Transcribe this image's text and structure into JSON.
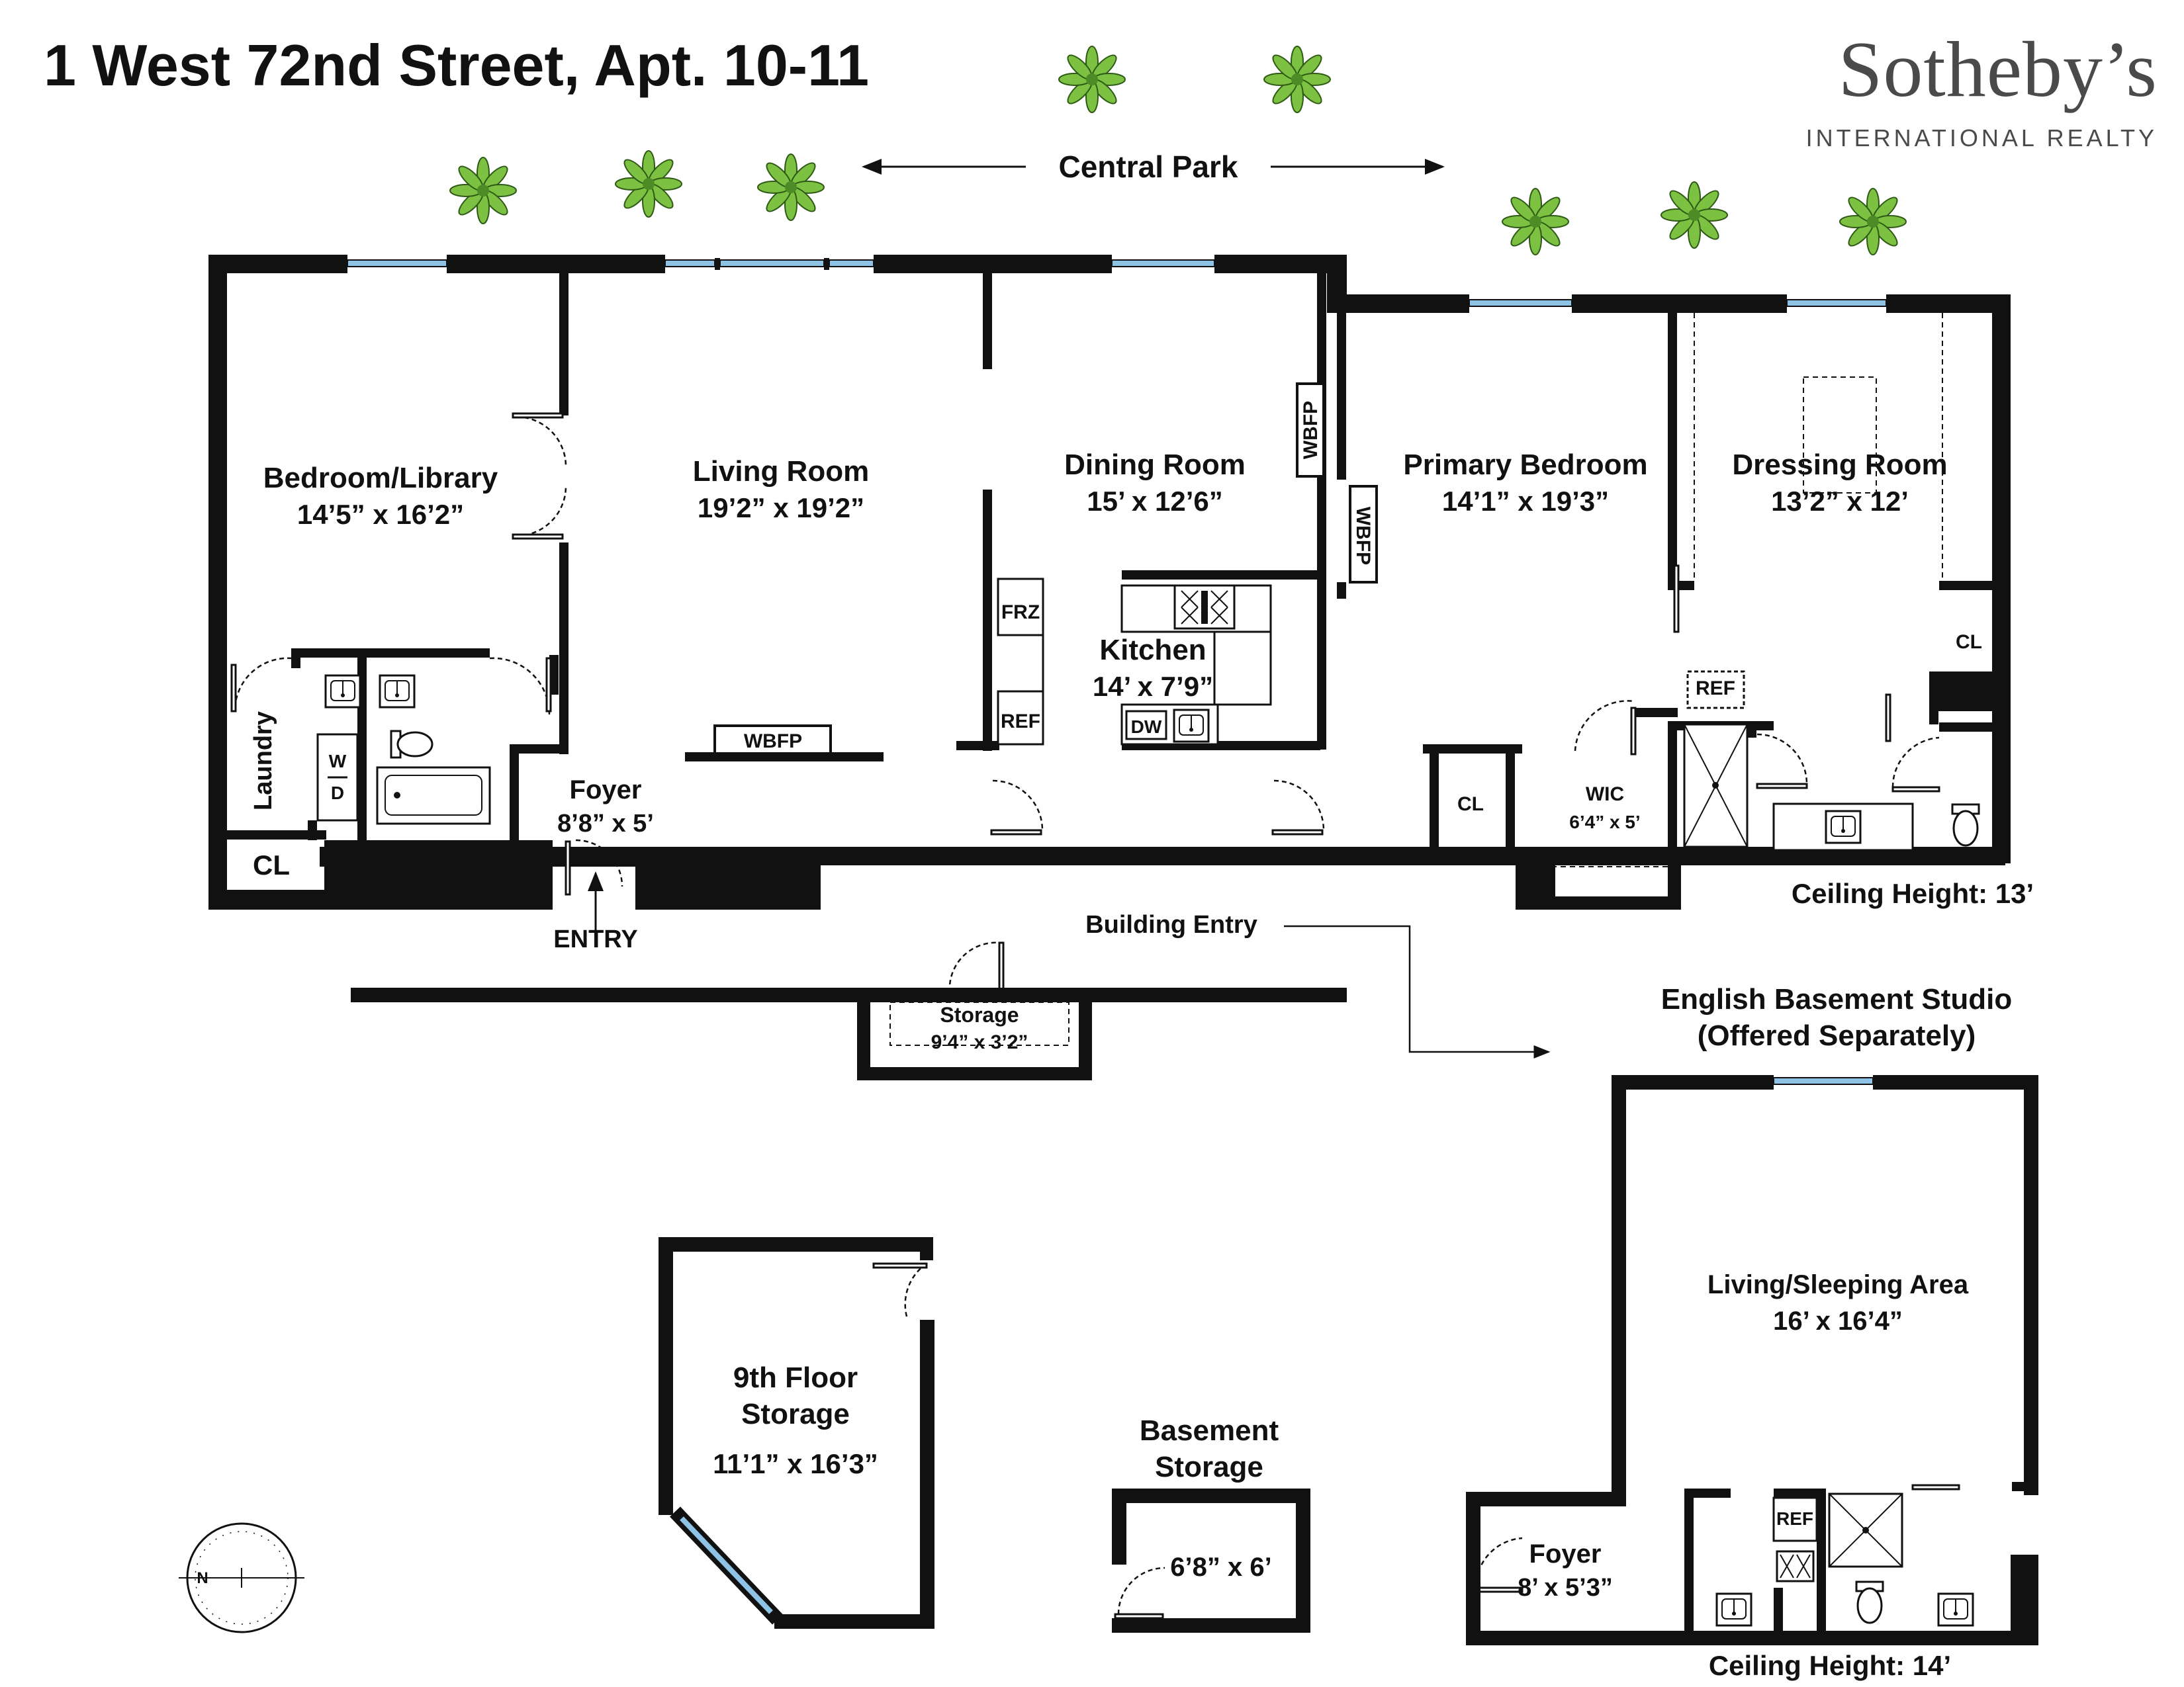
{
  "title": "1 West 72nd Street, Apt. 10-11",
  "logo": {
    "name": "Sotheby’s",
    "subtitle": "INTERNATIONAL REALTY",
    "color": "#4a4a4a"
  },
  "colors": {
    "wall": "#111111",
    "window": "#8ec3e6",
    "tree": "#7dc142"
  },
  "street_label": "Central Park",
  "building_entry": "Building Entry",
  "entry": "ENTRY",
  "ceiling_main": "Ceiling Height: 13’",
  "ceiling_studio": "Ceiling Height: 14’",
  "rooms": {
    "bedroom_library": {
      "name": "Bedroom/Library",
      "dims": "14’5” x 16’2”"
    },
    "living_room": {
      "name": "Living Room",
      "dims": "19’2” x 19’2”"
    },
    "dining_room": {
      "name": "Dining Room",
      "dims": "15’ x 12’6”"
    },
    "kitchen": {
      "name": "Kitchen",
      "dims": "14’ x 7’9”"
    },
    "primary_bedroom": {
      "name": "Primary Bedroom",
      "dims": "14’1” x 19’3”"
    },
    "dressing_room": {
      "name": "Dressing Room",
      "dims": "13’2” x 12’"
    },
    "foyer": {
      "name": "Foyer",
      "dims": "8’8” x 5’"
    },
    "wic": {
      "name": "WIC",
      "dims": "6’4” x 5’"
    },
    "storage": {
      "name": "Storage",
      "dims": "9’4” x 3’2”"
    },
    "ninth_floor": {
      "line1": "9th Floor",
      "line2": "Storage",
      "dims": "11’1” x 16’3”"
    },
    "basement": {
      "line1": "Basement",
      "line2": "Storage",
      "dims": "6’8” x 6’"
    },
    "studio_area": {
      "name": "Living/Sleeping Area",
      "dims": "16’ x 16’4”"
    },
    "studio_foyer": {
      "name": "Foyer",
      "dims": "8’ x 5’3”"
    }
  },
  "studio_title": {
    "line1": "English Basement Studio",
    "line2": "(Offered Separately)"
  },
  "fixtures": {
    "laundry": "Laundry",
    "wd_w": "W",
    "wd_d": "D",
    "cl": "CL",
    "wbfp": "WBFP",
    "frz": "FRZ",
    "ref": "REF",
    "dw": "DW"
  },
  "compass_n": "N"
}
